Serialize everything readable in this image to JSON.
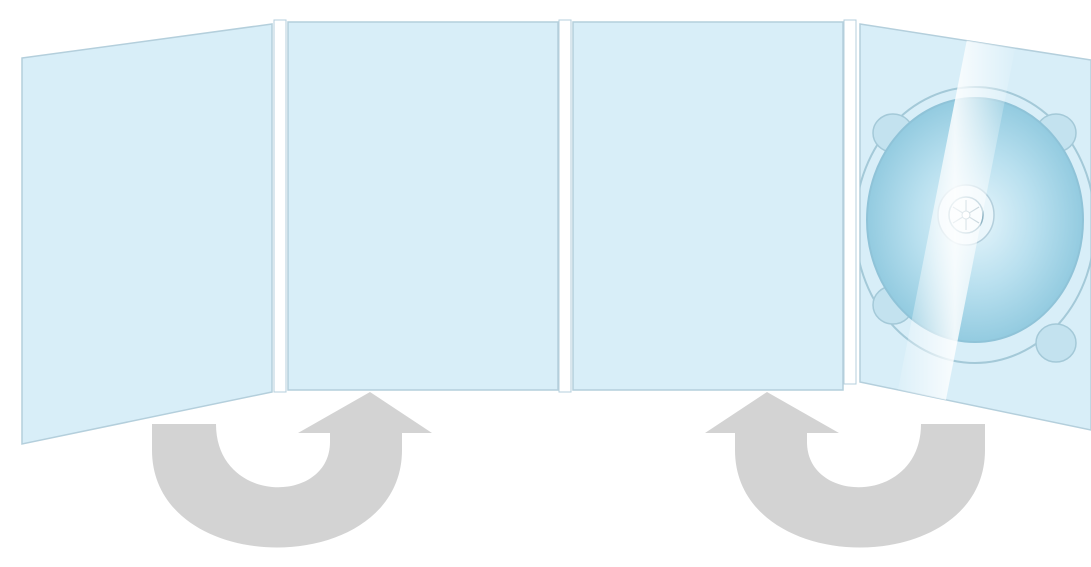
{
  "diagram": {
    "colors": {
      "background": "#ffffff",
      "panel_fill": "#d8eef8",
      "panel_stroke": "#b4cfdc",
      "spine_fill": "#ffffff",
      "disc_fill": "#a9d7ea",
      "disc_rim": "#8fc3d8",
      "hub_fill": "#e8f5fb",
      "arrow_fill": "#d3d3d3",
      "highlight": "#ffffff"
    },
    "panels": [
      {
        "id": "panel-1",
        "role": "left-flap"
      },
      {
        "id": "panel-2",
        "role": "inner-left"
      },
      {
        "id": "panel-3",
        "role": "inner-right"
      },
      {
        "id": "panel-4",
        "role": "disc-tray"
      }
    ],
    "arrows": [
      {
        "id": "arrow-left",
        "direction": "fold-inward"
      },
      {
        "id": "arrow-right",
        "direction": "fold-inward"
      }
    ],
    "icon_names": [
      "disc-icon",
      "fold-arrow-icon"
    ]
  }
}
